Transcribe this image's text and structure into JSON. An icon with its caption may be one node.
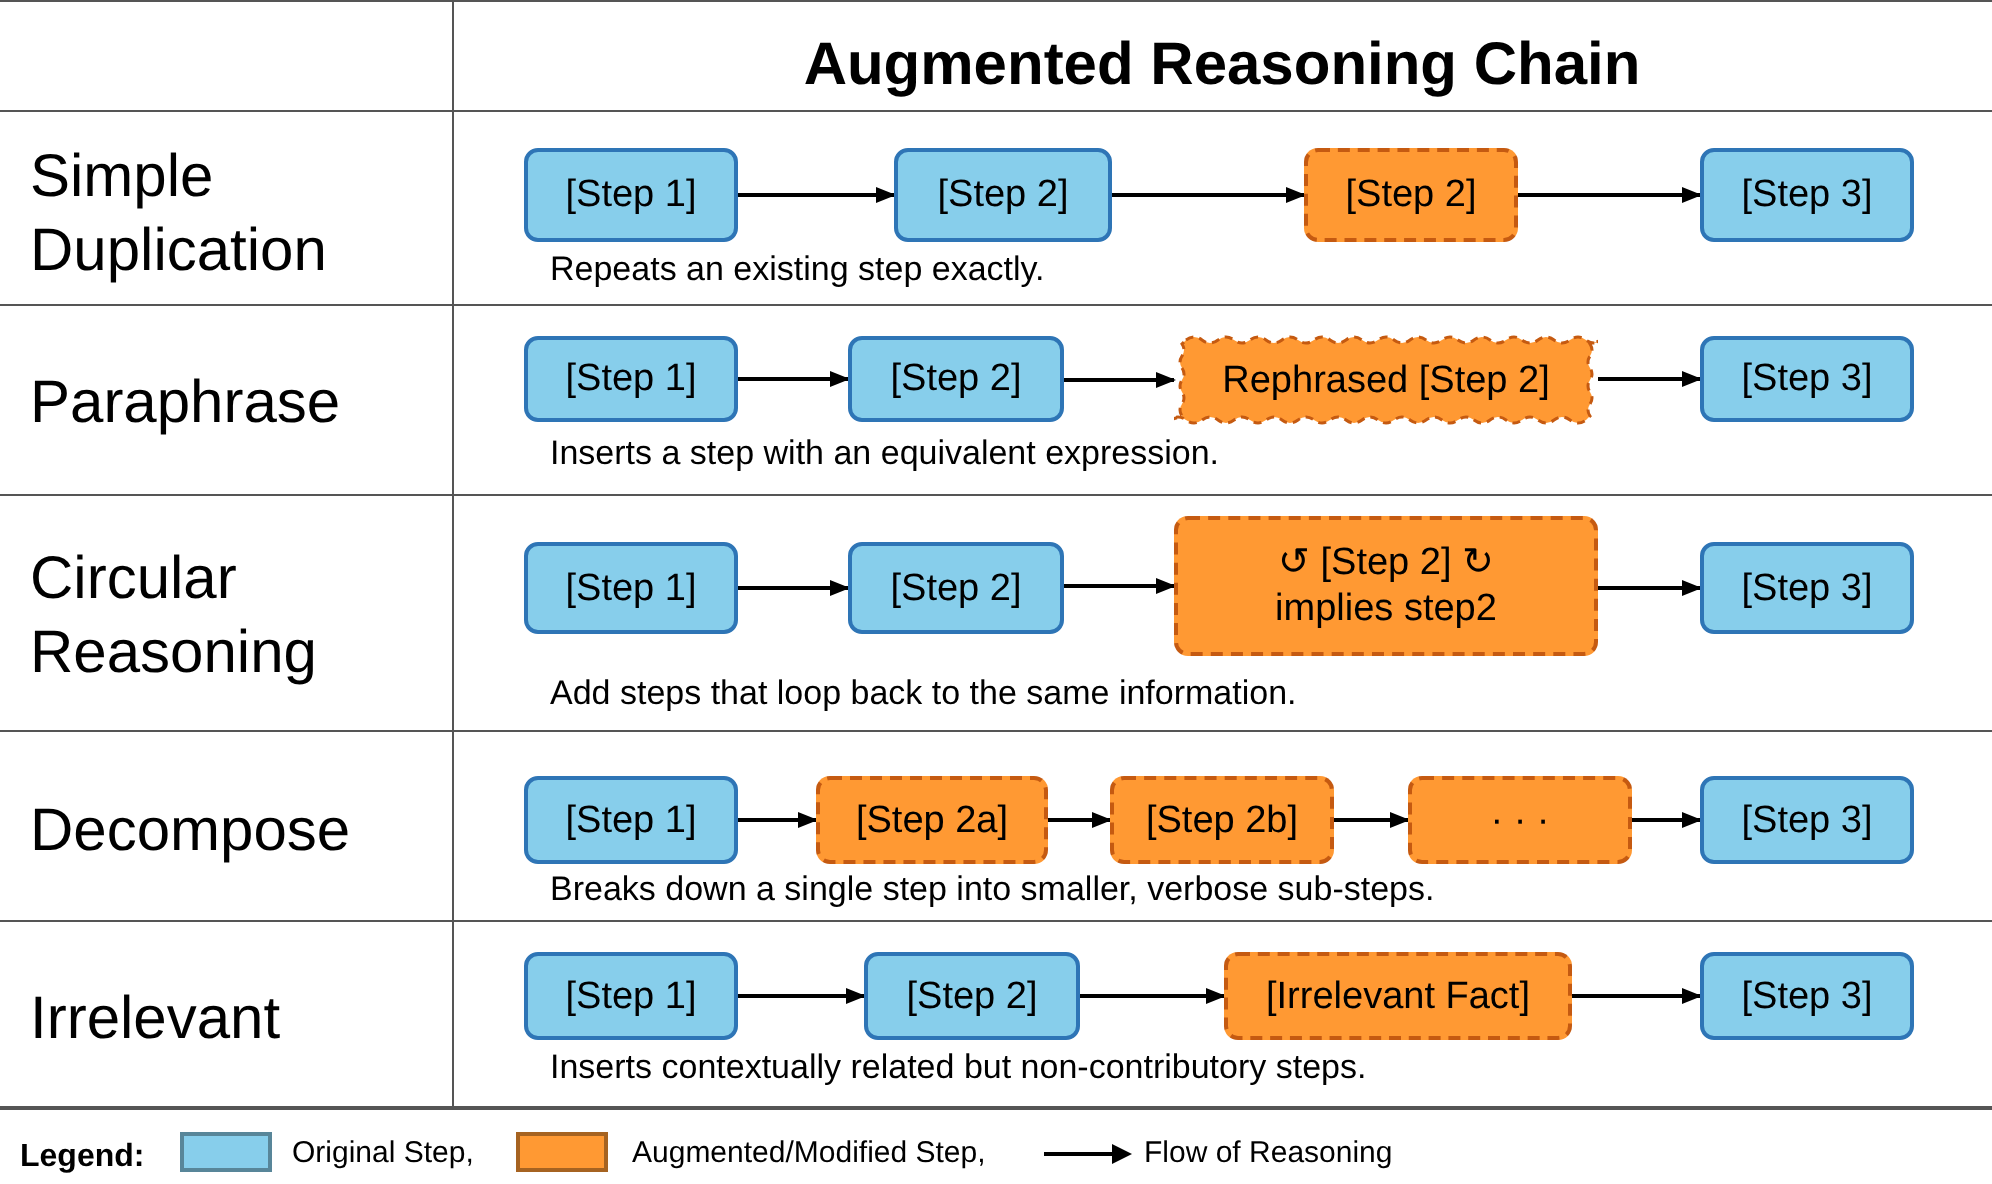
{
  "diagram": {
    "nodes": [
      {
        "text": [
          "[Step 1]"
        ]
      },
      {
        "text": [
          "[Step 2]"
        ]
      },
      {
        "text": [
          "[Step 2]"
        ]
      },
      {
        "text": [
          "[Step 3]"
        ]
      },
      {
        "text": [
          "[Step 1]"
        ]
      },
      {
        "text": [
          "[Step 2]"
        ]
      },
      {
        "text": [
          "Rephrased [Step 2]"
        ]
      },
      {
        "text": [
          "[Step 3]"
        ]
      },
      {
        "text": [
          "[Step 1]"
        ]
      },
      {
        "text": [
          "[Step 2]"
        ]
      },
      {
        "text": [
          "↺ [Step 2] ↻ implies step2"
        ]
      },
      {
        "text": [
          "[Step 3]"
        ]
      },
      {
        "text": [
          "[Step 1]"
        ]
      },
      {
        "text": [
          "[Step 2a]"
        ]
      },
      {
        "text": [
          "[Step 2b]"
        ]
      },
      {
        "text": [
          "· · ·"
        ]
      },
      {
        "text": [
          "[Step 3]"
        ]
      },
      {
        "text": [
          "[Step 1]"
        ]
      },
      {
        "text": [
          "[Step 2]"
        ]
      },
      {
        "text": [
          "[Irrelevant Fact]"
        ]
      },
      {
        "text": [
          "[Step 3]"
        ]
      }
    ],
    "edges": [
      {
        "from": 0,
        "to": 1,
        "arrow": "to"
      },
      {
        "from": 1,
        "to": 2,
        "arrow": "to"
      },
      {
        "from": 2,
        "to": 3,
        "arrow": "to"
      },
      {
        "from": 4,
        "to": 5,
        "arrow": "to"
      },
      {
        "from": 5,
        "to": 6,
        "arrow": "to"
      },
      {
        "from": 6,
        "to": 7,
        "arrow": "to"
      },
      {
        "from": 8,
        "to": 9,
        "arrow": "to"
      },
      {
        "from": 9,
        "to": 10,
        "arrow": "to"
      },
      {
        "from": 10,
        "to": 11,
        "arrow": "to"
      },
      {
        "from": 12,
        "to": 13,
        "arrow": "to"
      },
      {
        "from": 13,
        "to": 14,
        "arrow": "to"
      },
      {
        "from": 14,
        "to": 15,
        "arrow": "to"
      },
      {
        "from": 15,
        "to": 16,
        "arrow": "to"
      },
      {
        "from": 17,
        "to": 18,
        "arrow": "to"
      },
      {
        "from": 18,
        "to": 19,
        "arrow": "to"
      },
      {
        "from": 19,
        "to": 20,
        "arrow": "to"
      }
    ],
    "labels": [
      "Augmented Reasoning Chain",
      "Simple Duplication",
      "Repeats an existing step exactly.",
      "Paraphrase",
      "Inserts a step with an equivalent expression.",
      "Circular Reasoning",
      "Add steps that loop back to the same information.",
      "Decompose",
      "Breaks down a single step into smaller, verbose sub-steps.",
      "Irrelevant",
      "Inserts contextually related but non-contributory steps.",
      "Legend:"
    ],
    "legend": [
      {
        "text": "Original Step,",
        "color": "#87ceeb"
      },
      {
        "text": "Augmented/Modified Step,",
        "color": "#ff9933"
      },
      {
        "text": "Flow of Reasoning"
      }
    ]
  }
}
